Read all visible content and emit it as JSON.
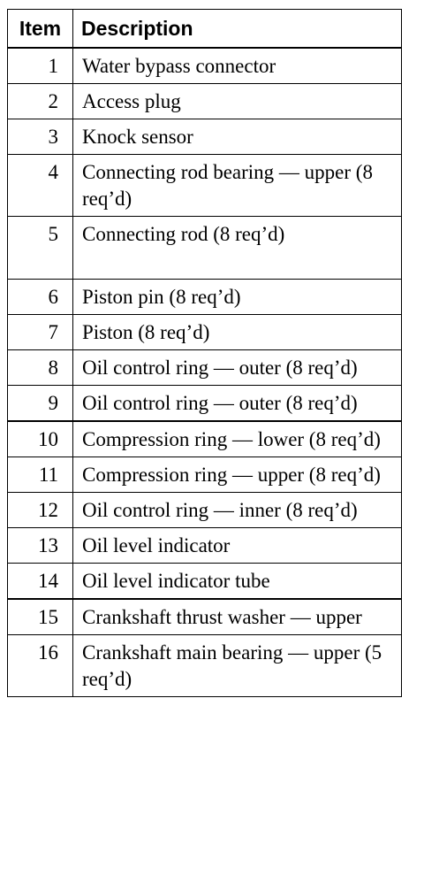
{
  "table": {
    "headers": {
      "item": "Item",
      "description": "Description"
    },
    "rows": [
      {
        "item": "1",
        "description": "Water bypass connector"
      },
      {
        "item": "2",
        "description": "Access plug"
      },
      {
        "item": "3",
        "description": "Knock sensor"
      },
      {
        "item": "4",
        "description": "Connecting rod bearing — upper (8 req’d)"
      },
      {
        "item": "5",
        "description": "Connecting rod (8 req’d)"
      },
      {
        "item": "6",
        "description": "Piston pin (8 req’d)"
      },
      {
        "item": "7",
        "description": "Piston (8 req’d)"
      },
      {
        "item": "8",
        "description": "Oil control ring — outer (8 req’d)"
      },
      {
        "item": "9",
        "description": "Oil control ring — outer (8 req’d)"
      },
      {
        "item": "10",
        "description": "Compression ring — lower (8 req’d)"
      },
      {
        "item": "11",
        "description": "Compression ring — upper (8 req’d)"
      },
      {
        "item": "12",
        "description": "Oil control ring — inner (8 req’d)"
      },
      {
        "item": "13",
        "description": "Oil level indicator"
      },
      {
        "item": "14",
        "description": "Oil level indicator tube"
      },
      {
        "item": "15",
        "description": "Crankshaft thrust washer — upper"
      },
      {
        "item": "16",
        "description": "Crankshaft main bearing — upper (5 req’d)"
      }
    ]
  }
}
